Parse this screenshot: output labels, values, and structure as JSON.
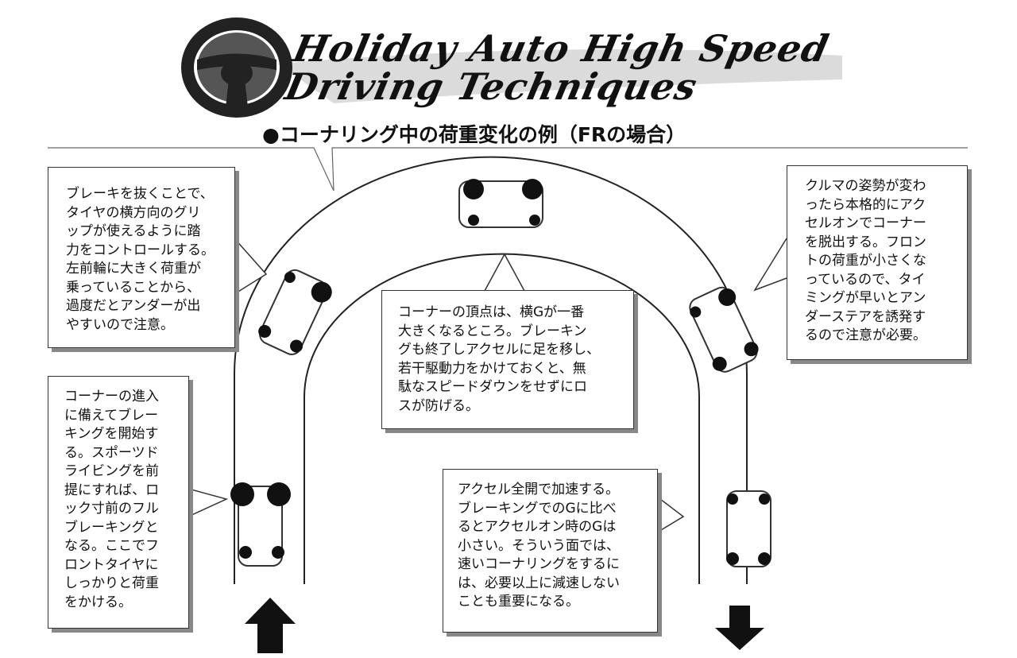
{
  "logo": {
    "line1": "Holiday Auto High Speed",
    "line2": "Driving Techniques"
  },
  "subtitle": "●コーナリング中の荷重変化の例（FRの場合）",
  "notes": {
    "top_left": [
      "ブレーキを抜くことで、",
      "タイヤの横方向のグリ",
      "ップが使えるように踏",
      "力をコントロールする。",
      "左前輪に大きく荷重が",
      "乗っていることから、",
      "過度だとアンダーが出",
      "やすいので注意。"
    ],
    "top_right": [
      "クルマの姿勢が変わ",
      "ったら本格的にアク",
      "セルオンでコーナー",
      "を脱出する。フロン",
      "トの荷重が小さくな",
      "っているので、タイ",
      "ミングが早いとアン",
      "ダーステアを誘発す",
      "るので注意が必要。"
    ],
    "apex": [
      "コーナーの頂点は、横Gが一番",
      "大きくなるところ。ブレーキン",
      "グも終了しアクセルに足を移し、",
      "若干駆動力をかけておくと、無",
      "駄なスピードダウンをせずにロ",
      "スが防げる。"
    ],
    "entry": [
      "コーナーの進入",
      "に備えてブレー",
      "キングを開始す",
      "る。スポーツド",
      "ライビングを前",
      "提にすれば、ロ",
      "ック寸前のフル",
      "ブレーキングと",
      "なる。ここでフ",
      "ロントタイヤに",
      "しっかりと荷重",
      "をかける。"
    ],
    "exit": [
      "アクセル全開で加速する。",
      "ブレーキングでのGに比べ",
      "るとアクセルオン時のGは",
      "小さい。そういう面では、",
      "速いコーナリングをするに",
      "は、必要以上に減速しない",
      "ことも重要になる。"
    ]
  }
}
